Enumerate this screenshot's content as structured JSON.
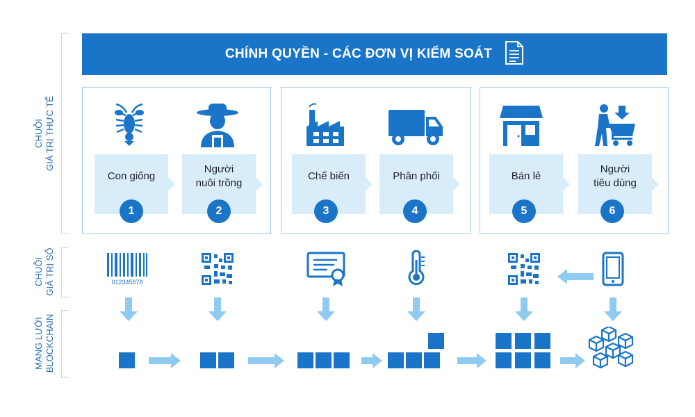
{
  "header": {
    "title": "CHÍNH QUYỀN - CÁC ĐƠN VỊ KIỂM SOÁT"
  },
  "side_labels": {
    "real_chain": {
      "line1": "CHUỖI",
      "line2": "GIÁ TRỊ THỰC TẾ"
    },
    "digital_chain": {
      "line1": "CHUỖI",
      "line2": "GIÁ TRỊ SỐ"
    },
    "blockchain": {
      "line1": "MẠNG LƯỚI",
      "line2": "BLOCKCHAIN"
    }
  },
  "stages": [
    {
      "label": "Con giống",
      "number": "1",
      "icon": "shrimp-icon"
    },
    {
      "label": "Người\nnuôi trồng",
      "number": "2",
      "icon": "farmer-icon"
    },
    {
      "label": "Chế biến",
      "number": "3",
      "icon": "factory-icon"
    },
    {
      "label": "Phân phối",
      "number": "4",
      "icon": "truck-icon"
    },
    {
      "label": "Bán lẻ",
      "number": "5",
      "icon": "store-icon"
    },
    {
      "label": "Người\ntiêu dùng",
      "number": "6",
      "icon": "shopper-icon"
    }
  ],
  "digital_items": [
    {
      "icon": "barcode-icon",
      "text": "012345678"
    },
    {
      "icon": "qr-code-icon"
    },
    {
      "icon": "certificate-icon"
    },
    {
      "icon": "thermometer-icon"
    },
    {
      "icon": "qr-code-icon"
    },
    {
      "icon": "smartphone-icon"
    }
  ],
  "colors": {
    "primary": "#1a75c9",
    "card": "#d8ecfa",
    "arrow": "#8fcaf0",
    "border": "#9fcbe9"
  }
}
